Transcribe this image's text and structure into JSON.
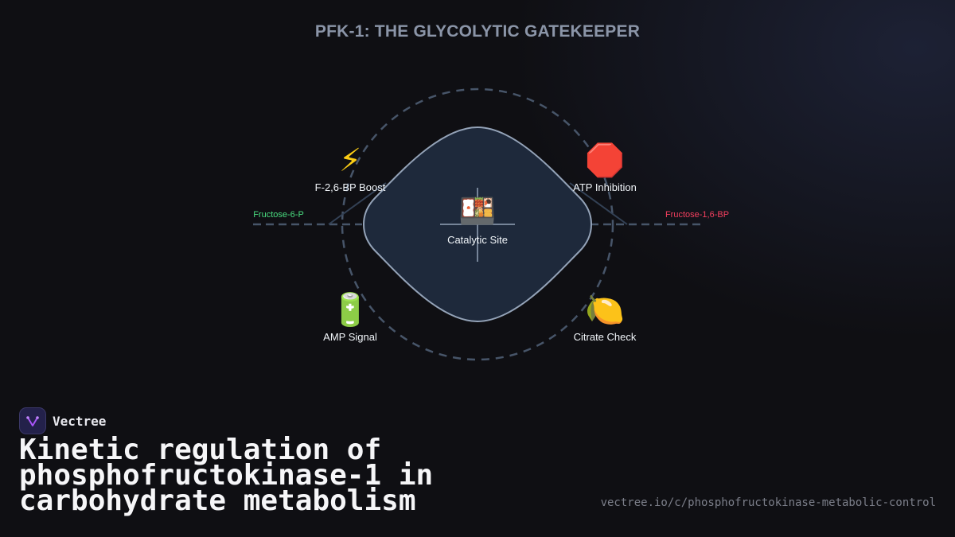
{
  "diagram": {
    "title": "PFK-1: THE GLYCOLYTIC GATEKEEPER",
    "substrate_label": "Fructose-6-P",
    "product_label": "Fructose-1,6-BP",
    "center": {
      "icon": "bento-box-icon",
      "glyph": "🍱",
      "label": "Catalytic Site"
    },
    "regulators": [
      {
        "id": "f26bp",
        "icon": "lightning-icon",
        "glyph": "⚡",
        "label": "F-2,6-BP Boost"
      },
      {
        "id": "atp",
        "icon": "stop-sign-icon",
        "glyph": "🛑",
        "label": "ATP Inhibition"
      },
      {
        "id": "amp",
        "icon": "battery-icon",
        "glyph": "🔋",
        "label": "AMP Signal"
      },
      {
        "id": "citrate",
        "icon": "lemon-icon",
        "glyph": "🍋",
        "label": "Citrate Check"
      }
    ],
    "colors": {
      "substrate": "#4ade80",
      "product": "#f43f5e",
      "enzyme_fill": "#1e293b",
      "enzyme_stroke": "#94a3b8",
      "ring": "#475569"
    }
  },
  "brand": {
    "name": "Vectree",
    "logo_icon": "vectree-logo-icon"
  },
  "headline": {
    "line1": "Kinetic regulation of",
    "line2": "phosphofructokinase-1 in",
    "line3": "carbohydrate metabolism"
  },
  "url": "vectree.io/c/phosphofructokinase-metabolic-control"
}
